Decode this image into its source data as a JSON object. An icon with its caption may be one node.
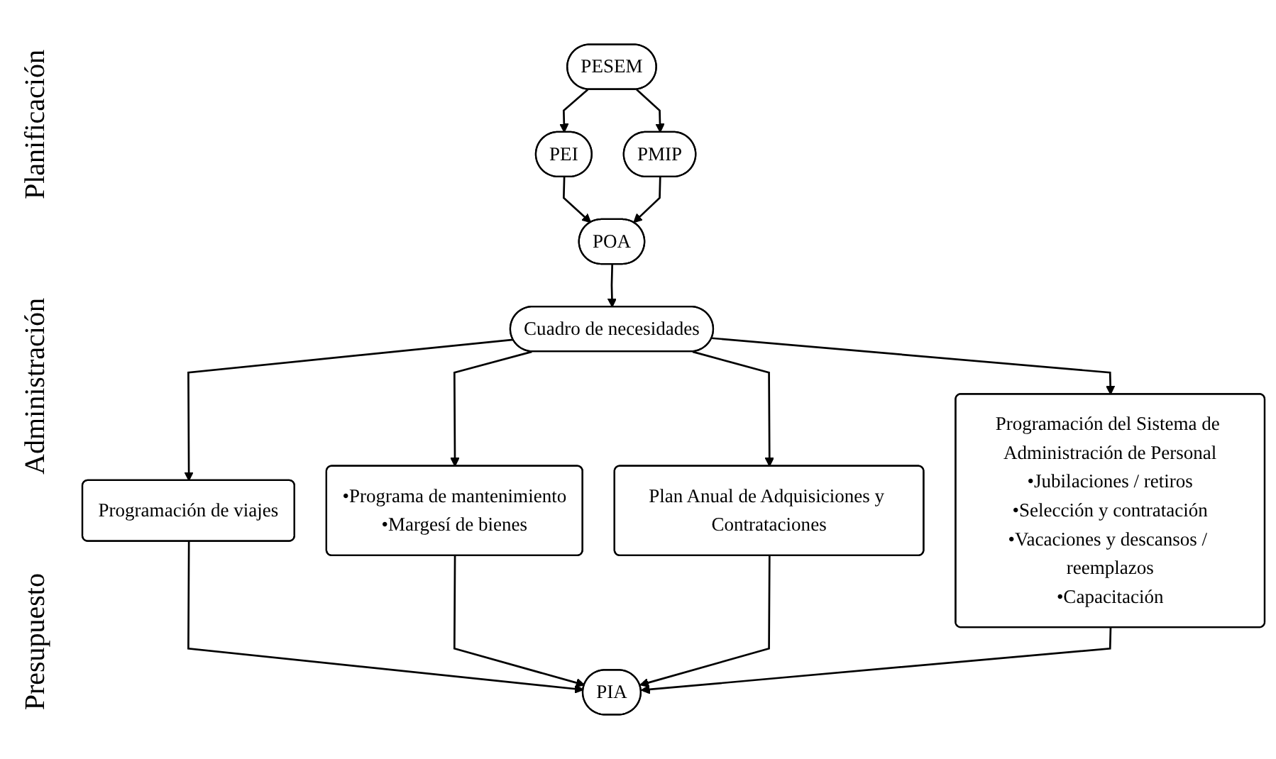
{
  "diagram": {
    "nodes": [
      {
        "text": [
          "PESEM"
        ]
      },
      {
        "text": [
          "PEI"
        ]
      },
      {
        "text": [
          "PMIP"
        ]
      },
      {
        "text": [
          "POA"
        ]
      },
      {
        "text": [
          "Cuadro de necesidades"
        ]
      },
      {
        "text": [
          "Programación de viajes"
        ]
      },
      {
        "text": [
          "•Programa de mantenimiento",
          "•Margesí de bienes"
        ]
      },
      {
        "text": [
          "Plan Anual de Adquisiciones y Contrataciones"
        ]
      },
      {
        "text": [
          "Programación del Sistema de Administración de Personal",
          "•Jubilaciones / retiros",
          "•Selección y contratación",
          "•Vacaciones y descansos / reemplazos",
          "•Capacitación"
        ]
      },
      {
        "text": [
          "PIA"
        ]
      }
    ],
    "edges": [
      {
        "from": 0,
        "to": 1,
        "arrow": "to"
      },
      {
        "from": 0,
        "to": 2,
        "arrow": "to"
      },
      {
        "from": 1,
        "to": 3,
        "arrow": "to"
      },
      {
        "from": 2,
        "to": 3,
        "arrow": "to"
      },
      {
        "from": 3,
        "to": 4,
        "arrow": "to"
      },
      {
        "from": 4,
        "to": 5,
        "arrow": "to"
      },
      {
        "from": 4,
        "to": 6,
        "arrow": "to"
      },
      {
        "from": 4,
        "to": 7,
        "arrow": "to"
      },
      {
        "from": 4,
        "to": 8,
        "arrow": "to"
      },
      {
        "from": 5,
        "to": 9,
        "arrow": "to"
      },
      {
        "from": 6,
        "to": 9,
        "arrow": "to"
      },
      {
        "from": 7,
        "to": 9,
        "arrow": "to"
      },
      {
        "from": 8,
        "to": 9,
        "arrow": "to"
      }
    ],
    "labels": [
      "Planificación",
      "Administración",
      "Presupuesto"
    ]
  }
}
